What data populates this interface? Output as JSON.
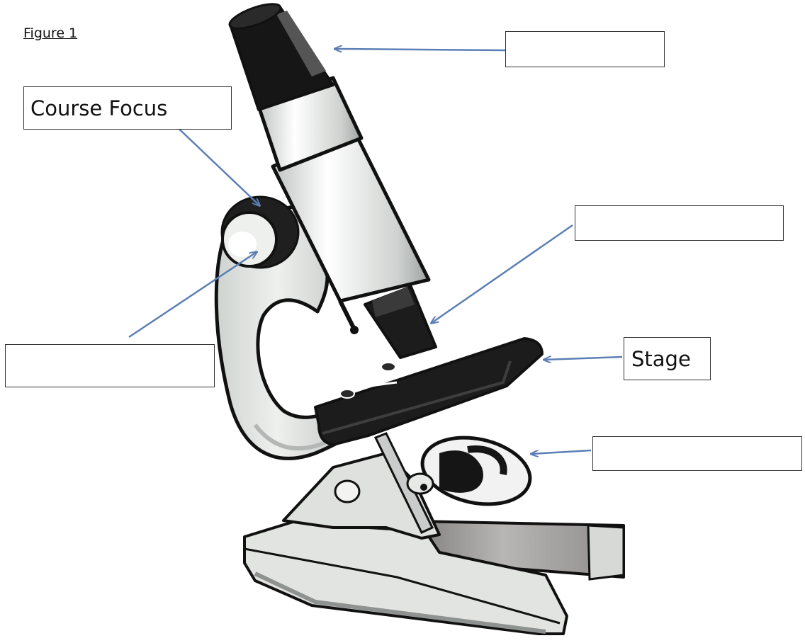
{
  "figure": {
    "caption": "Figure 1",
    "labels": {
      "eyepiece": "",
      "course_focus": "Course Focus",
      "objective": "",
      "fine_focus": "",
      "stage": "Stage",
      "mirror": ""
    }
  },
  "colors": {
    "arrow": "#5b7fb5",
    "outline": "#111111",
    "metal": "#e3e5e2",
    "dark": "#1c1c1c"
  }
}
